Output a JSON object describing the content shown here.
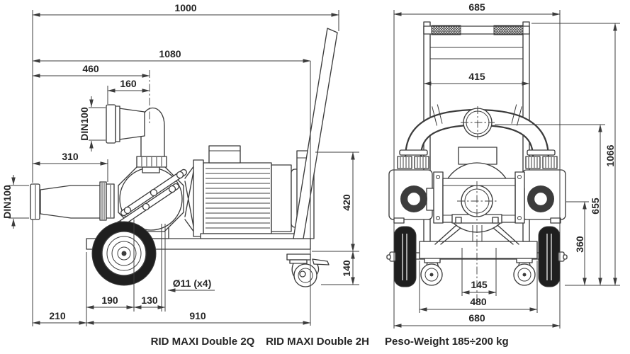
{
  "side": {
    "overall_width_top": "1000",
    "overall_length": "1080",
    "outlet_offset": "460",
    "outlet_elbow_offset": "160",
    "inlet_length": "310",
    "outlet_flange": "DIN100",
    "inlet_flange": "DIN100",
    "frame_height": "420",
    "base_height": "140",
    "front_overhang": "210",
    "wheel_offset": "190",
    "hole_offset": "130",
    "base_length": "910",
    "hole_note": "Ø11 (x4)"
  },
  "front": {
    "overall_width": "685",
    "frame_width": "415",
    "total_height": "1066",
    "manifold_height": "655",
    "port_height": "360",
    "strut_spacing": "145",
    "base_width": "480",
    "track_width": "680"
  },
  "footer": {
    "model_left": "RID MAXI Double 2Q",
    "model_right": "RID MAXI Double 2H",
    "weight": "Peso-Weight 185÷200 kg"
  },
  "colors": {
    "background": "#ffffff",
    "line": "#3c3c3c",
    "text": "#262626",
    "tire": "#1f1f1f"
  }
}
